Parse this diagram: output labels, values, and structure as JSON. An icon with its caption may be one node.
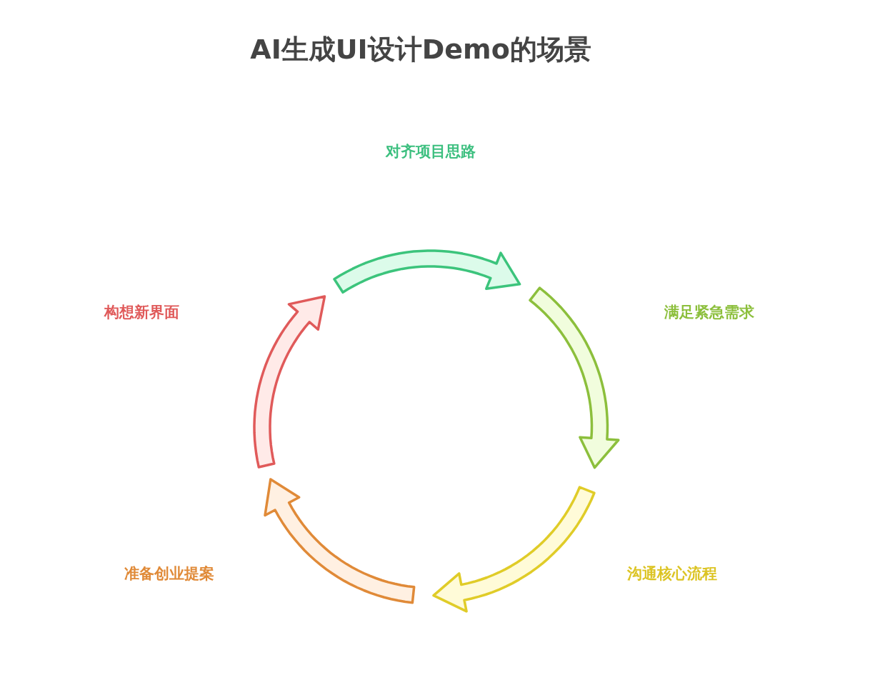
{
  "diagram": {
    "title": "AI生成UI设计Demo的场景",
    "nodes": [
      {
        "text": [
          "对齐项目思路"
        ]
      },
      {
        "text": [],
        "shape": "arrow"
      },
      {
        "text": [
          "满足紧急需求"
        ]
      },
      {
        "text": [],
        "shape": "arrow"
      },
      {
        "text": [
          "沟通核心流程"
        ]
      },
      {
        "text": [],
        "shape": "arrow"
      },
      {
        "text": [
          "准备创业提案"
        ]
      },
      {
        "text": [],
        "shape": "arrow"
      },
      {
        "text": [
          "构想新界面"
        ]
      },
      {
        "text": [],
        "shape": "arrow"
      }
    ]
  }
}
